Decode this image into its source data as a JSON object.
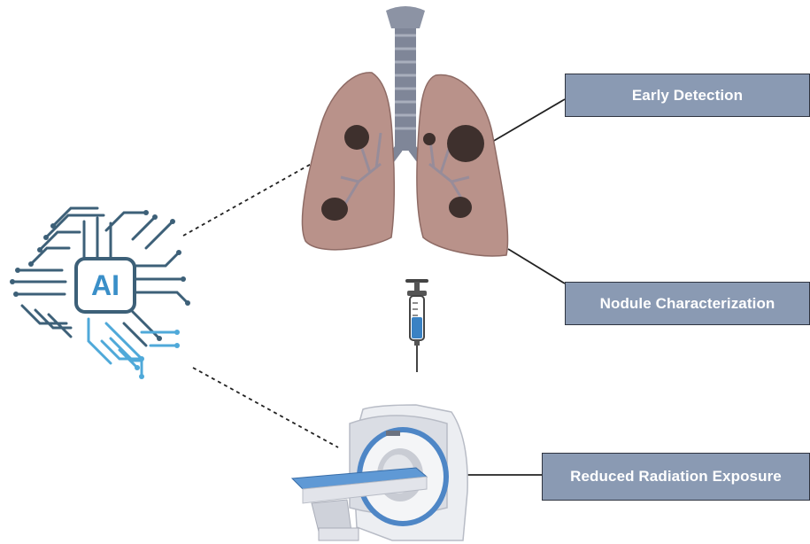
{
  "ai_label": "AI",
  "outcomes": [
    {
      "label": "Early Detection"
    },
    {
      "label": "Nodule Characterization"
    },
    {
      "label": "Reduced Radiation Exposure"
    }
  ],
  "icons": [
    "ai-brain-icon",
    "lungs-icon",
    "syringe-icon",
    "mri-scanner-icon"
  ],
  "colors": {
    "box_fill": "#8a9ab3",
    "box_border": "#2f3440",
    "box_text": "#ffffff",
    "circuit_dark": "#3d6078",
    "circuit_light": "#4fa9d9",
    "lung": "#b9928a",
    "nodule": "#3e302d",
    "trachea": "#7f8698",
    "syringe_fluid": "#3a82c4"
  }
}
